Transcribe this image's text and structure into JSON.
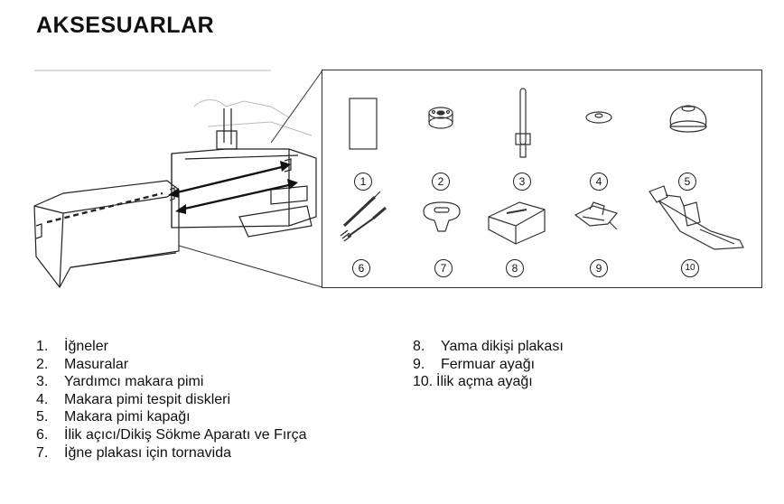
{
  "title": "AKSESUARLAR",
  "callouts": [
    "1",
    "2",
    "3",
    "4",
    "5",
    "6",
    "7",
    "8",
    "9",
    "10"
  ],
  "list_left": [
    {
      "num": "1.",
      "text": "İğneler"
    },
    {
      "num": "2.",
      "text": "Masuralar"
    },
    {
      "num": "3.",
      "text": "Yardımcı makara pimi"
    },
    {
      "num": "4.",
      "text": "Makara pimi tespit diskleri"
    },
    {
      "num": "5.",
      "text": "Makara pimi kapağı"
    },
    {
      "num": "6.",
      "text": "İlik açıcı/Dikiş Sökme Aparatı ve Fırça"
    },
    {
      "num": "7.",
      "text": "İğne plakası için tornavida"
    }
  ],
  "list_right": [
    {
      "num": "8.",
      "text": "Yama dikişi plakası"
    },
    {
      "num": "9.",
      "text": "Fermuar ayağı"
    },
    {
      "num": "10.",
      "text": "İlik açma ayağı"
    }
  ]
}
